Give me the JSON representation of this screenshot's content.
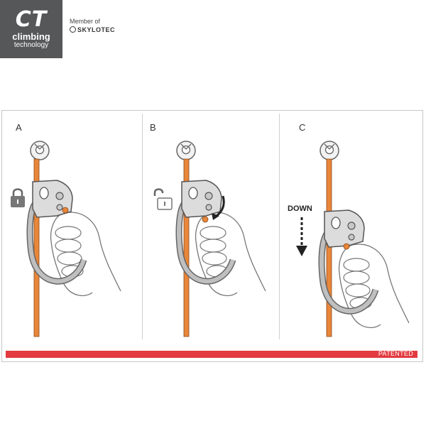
{
  "brand": {
    "logo_mark": "CT",
    "logo_line1": "climbing",
    "logo_line2": "technology",
    "member_of": "Member of",
    "partner": "SKYLOTEC"
  },
  "panels": [
    {
      "letter": "A",
      "lock_state": "locked"
    },
    {
      "letter": "B",
      "lock_state": "unlocked"
    },
    {
      "letter": "C",
      "lock_state": "none"
    }
  ],
  "direction_label": "DOWN",
  "footer_label": "PATENTED",
  "colors": {
    "rope": "#e8863a",
    "device": "#d9d9d9",
    "outline": "#555555",
    "patent_bar": "#e23a3f",
    "logo_bg": "#555759"
  }
}
